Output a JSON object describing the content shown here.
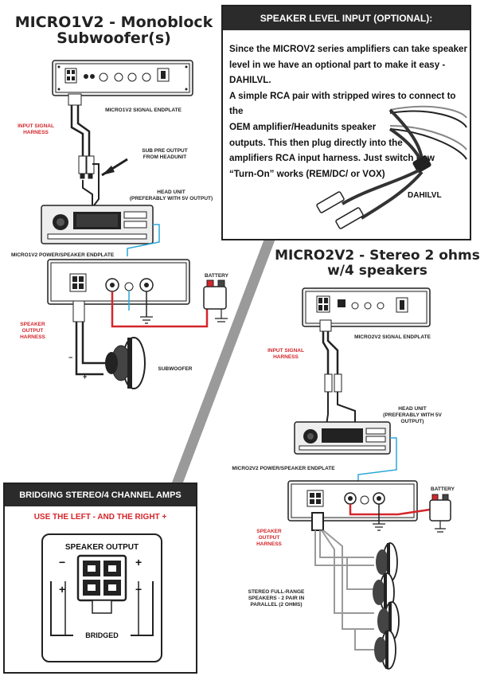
{
  "left": {
    "title_line1": "MICRO1V2 - Monoblock",
    "title_line2": "Subwoofer(s)",
    "signal_endplate": "MICRO1V2 SIGNAL ENDPLATE",
    "input_harness": "INPUT SIGNAL HARNESS",
    "sub_pre_output": "SUB PRE OUTPUT FROM HEADUNIT",
    "head_unit": "HEAD UNIT",
    "head_unit_note": "(PREFERABLY WITH 5V OUTPUT)",
    "power_endplate": "MICRO1V2 POWER/SPEAKER ENDPLATE",
    "battery": "BATTERY",
    "speaker_harness": "SPEAKER OUTPUT HARNESS",
    "subwoofer": "SUBWOOFER"
  },
  "speaker_level_panel": {
    "heading": "SPEAKER LEVEL INPUT (OPTIONAL):",
    "lines": [
      "Since the MICROV2 series amplifiers can take speaker",
      "level in we have an optional part to make it easy - DAHILVL.",
      "A simple RCA pair with stripped wires to connect to the",
      "OEM amplifier/Headunits speaker",
      "outputs.  This then plug directly into the",
      "amplifiers RCA input harness.  Just switch how",
      "“Turn-On” works (REM/DC/ or VOX)"
    ],
    "part_label": "DAHILVL"
  },
  "right": {
    "title_line1": "MICRO2V2 - Stereo 2 ohms",
    "title_line2": "w/4 speakers",
    "signal_endplate": "MICRO2V2 SIGNAL ENDPLATE",
    "input_harness": "INPUT SIGNAL HARNESS",
    "head_unit": "HEAD UNIT",
    "head_unit_note": "(PREFERABLY WITH 5V OUTPUT)",
    "power_endplate": "MICRO2V2 POWER/SPEAKER ENDPLATE",
    "battery": "BATTERY",
    "speaker_harness": "SPEAKER OUTPUT HARNESS",
    "speakers_note": "STEREO FULL-RANGE SPEAKERS - 2 PAIR IN PARALLEL (2 OHMS)"
  },
  "bridging_panel": {
    "heading": "BRIDGING STEREO/4 CHANNEL AMPS",
    "instruction": "USE THE LEFT - AND THE RIGHT +",
    "connector_label": "SPEAKER OUTPUT",
    "bridged_label": "BRIDGED",
    "minus": "−",
    "plus": "+"
  },
  "colors": {
    "red": "#d4262b",
    "cyan": "#2aa7d9",
    "panel_head": "#2b2b2b",
    "gray_wire": "#9a9a9a"
  },
  "icons": [
    "amplifier-icon",
    "head-unit-icon",
    "battery-icon",
    "subwoofer-icon",
    "speaker-icon",
    "rca-cable-icon",
    "arrow-icon"
  ]
}
